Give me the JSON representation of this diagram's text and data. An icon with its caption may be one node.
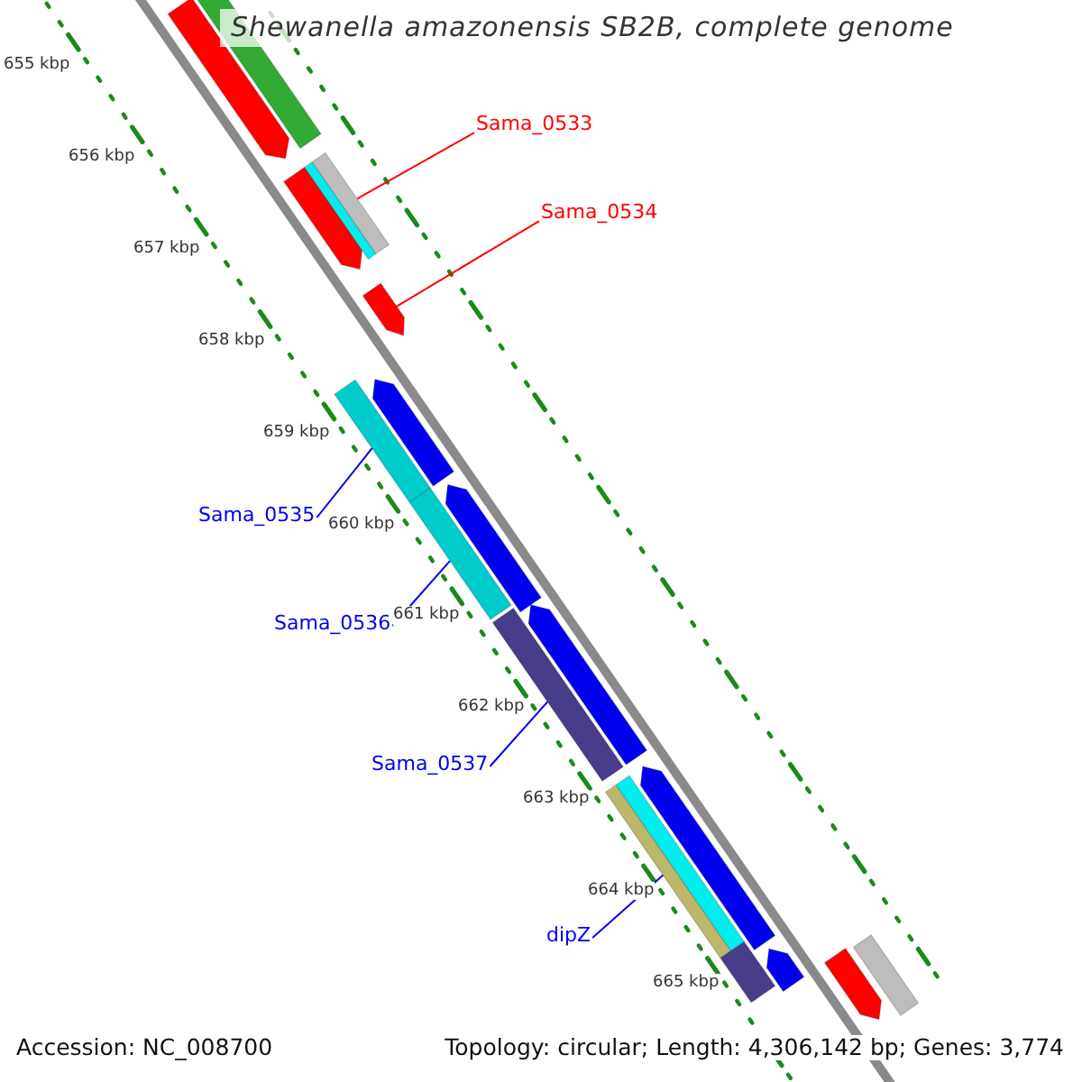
{
  "diagram": {
    "title": "Shewanella amazonensis SB2B, complete genome",
    "nodes": [
      {
        "text": [
          "Sama_0533"
        ]
      },
      {
        "text": [],
        "shape": "bar"
      },
      {
        "text": [
          "Sama_0534"
        ]
      },
      {
        "text": [],
        "shape": "arrow"
      },
      {
        "text": [
          "Sama_0535"
        ]
      },
      {
        "text": [],
        "shape": "bar"
      },
      {
        "text": [
          "Sama_0536"
        ]
      },
      {
        "text": [],
        "shape": "bar"
      },
      {
        "text": [
          "Sama_0537"
        ]
      },
      {
        "text": [],
        "shape": "bar"
      },
      {
        "text": [
          "dipZ"
        ]
      },
      {
        "text": [],
        "shape": "bar"
      },
      {
        "text": [],
        "shape": "arrow"
      },
      {
        "text": [],
        "shape": "bar"
      },
      {
        "text": [],
        "shape": "arrow"
      },
      {
        "text": [],
        "shape": "bar"
      },
      {
        "text": [],
        "shape": "arrow"
      },
      {
        "text": [],
        "shape": "arrow"
      },
      {
        "text": [],
        "shape": "arrow"
      },
      {
        "text": [],
        "shape": "arrow"
      },
      {
        "text": [],
        "shape": "arrow"
      },
      {
        "text": [],
        "shape": "bar"
      },
      {
        "text": [],
        "shape": "bar"
      },
      {
        "text": [],
        "shape": "arrow"
      },
      {
        "text": [],
        "shape": "bar"
      }
    ],
    "edges": [
      {
        "from": 0,
        "to": 1,
        "arrow": "none",
        "color": "#ff0000"
      },
      {
        "from": 2,
        "to": 3,
        "arrow": "none",
        "color": "#ff0000"
      },
      {
        "from": 4,
        "to": 5,
        "arrow": "none"
      },
      {
        "from": 6,
        "to": 7,
        "arrow": "none"
      },
      {
        "from": 8,
        "to": 9,
        "arrow": "none"
      },
      {
        "from": 10,
        "to": 11,
        "arrow": "none"
      }
    ],
    "labels": [
      "655 kbp",
      "656 kbp",
      "657 kbp",
      "658 kbp",
      "659 kbp",
      "660 kbp",
      "661 kbp",
      "662 kbp",
      "663 kbp",
      "664 kbp",
      "665 kbp",
      "Accession: NC_008700",
      "Topology: circular; Length: 4,306,142 bp; Genes: 3,774"
    ]
  }
}
